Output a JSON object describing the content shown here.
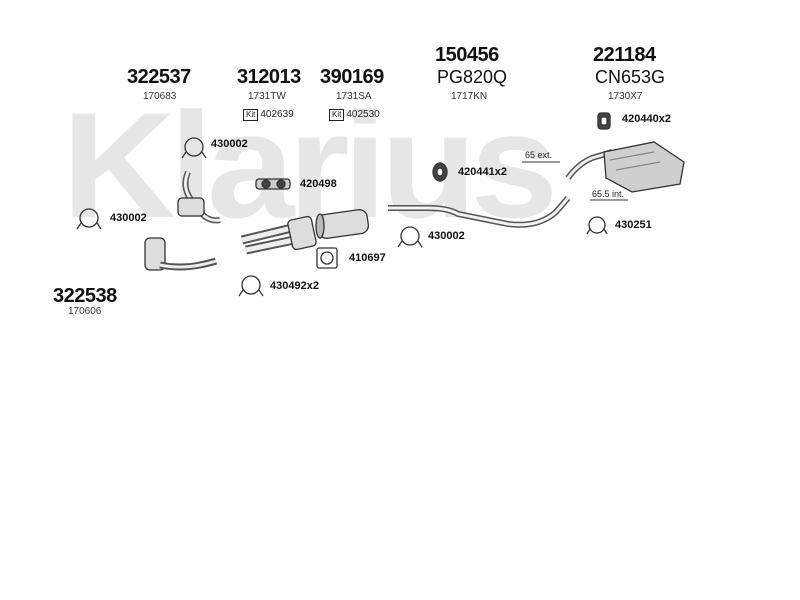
{
  "watermark": "Klarius",
  "groups": {
    "g322537": {
      "number": "322537",
      "code": "170683"
    },
    "g312013": {
      "number": "312013",
      "code": "1731TW",
      "kit": "Kit",
      "kit_ref": "402639"
    },
    "g390169": {
      "number": "390169",
      "code": "1731SA",
      "kit": "Kit",
      "kit_ref": "402530"
    },
    "g150456": {
      "number": "150456",
      "model": "PG820Q",
      "code": "1717KN"
    },
    "g221184": {
      "number": "221184",
      "model": "CN653G",
      "code": "1730X7"
    },
    "g322538": {
      "number": "322538",
      "code": "170606"
    }
  },
  "parts": {
    "p430002_top": "430002",
    "p420498": "420498",
    "p430002_left": "430002",
    "p410697": "410697",
    "p430492": "430492x2",
    "p430002_mid": "430002",
    "p420441": "420441x2",
    "p420440": "420440x2",
    "p430251": "430251"
  },
  "notes": {
    "ext": "65 ext.",
    "int": "65.5 int."
  }
}
